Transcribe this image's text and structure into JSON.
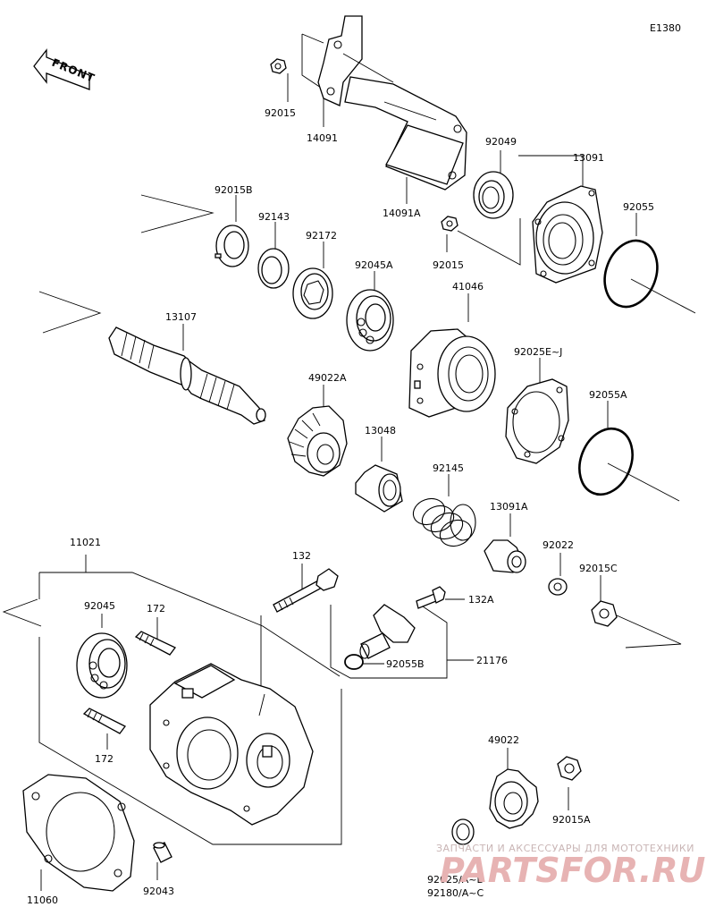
{
  "diagram_code": "E1380",
  "front_label": "FRONT",
  "labels": {
    "p92015_top": "92015",
    "p14091": "14091",
    "p14091A": "14091A",
    "p92049": "92049",
    "p13091": "13091",
    "p92055": "92055",
    "p92015B": "92015B",
    "p92143": "92143",
    "p92172": "92172",
    "p92045A": "92045A",
    "p92015_mid": "92015",
    "p41046": "41046",
    "p13107": "13107",
    "p49022A": "49022A",
    "p92025EJ": "92025E~J",
    "p92055A": "92055A",
    "p13048": "13048",
    "p92145": "92145",
    "p13091A": "13091A",
    "p92022": "92022",
    "p92015C": "92015C",
    "p11021": "11021",
    "p132": "132",
    "p132A": "132A",
    "p92045": "92045",
    "p172_top": "172",
    "p92055B": "92055B",
    "p21176": "21176",
    "p172_bottom": "172",
    "p49022": "49022",
    "p92015A": "92015A",
    "p11060": "11060",
    "p92043": "92043",
    "p92025AD": "92025/A~D",
    "p92180AC": "92180/A~C"
  },
  "watermark": {
    "tagline": "ЗАПЧАСТИ И АКСЕССУАРЫ ДЛЯ МОТОТЕХНИКИ",
    "brand": "PARTSFOR.RU"
  }
}
